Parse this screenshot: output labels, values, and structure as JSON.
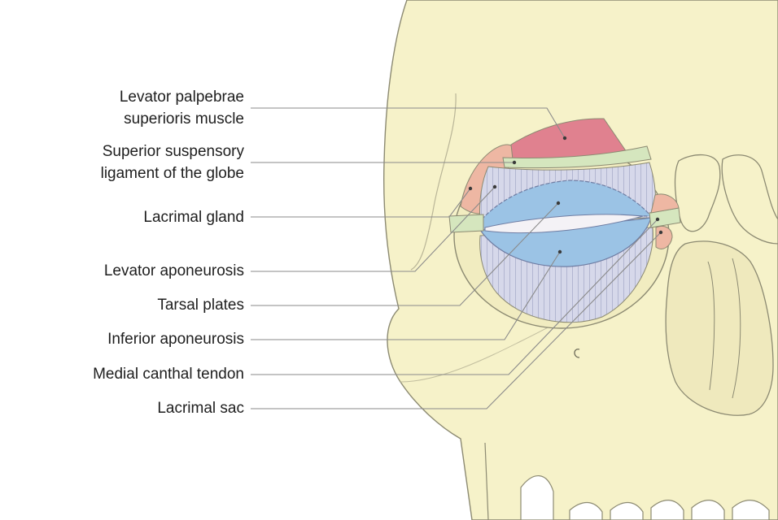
{
  "labels": {
    "levator_palpebrae": [
      "Levator palpebrae",
      "superioris muscle"
    ],
    "superior_ligament": [
      "Superior suspensory",
      "ligament of the globe"
    ],
    "lacrimal_gland": "Lacrimal gland",
    "levator_aponeurosis": "Levator aponeurosis",
    "tarsal_plates": "Tarsal plates",
    "inferior_aponeurosis": "Inferior aponeurosis",
    "medial_canthal_tendon": "Medial canthal tendon",
    "lacrimal_sac": "Lacrimal sac"
  },
  "colors": {
    "bone": "#f6f2c9",
    "bone_outline": "#8c8a72",
    "muscle": "#e0818f",
    "ligament": "#d5e6be",
    "gland": "#eeb7a3",
    "tarsal_plate": "#9bc3e5",
    "aponeurosis": "#d6d8ea",
    "leader_line": "#8a8a8a"
  }
}
